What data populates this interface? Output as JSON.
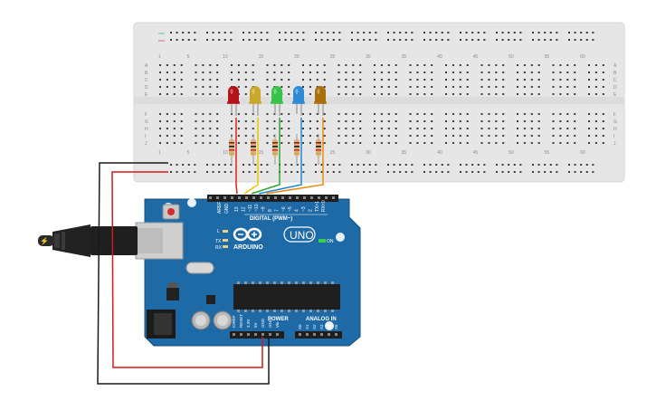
{
  "breadboard": {
    "column_labels": [
      "1",
      "5",
      "10",
      "15",
      "20",
      "25",
      "30",
      "35",
      "40",
      "45",
      "50",
      "55",
      "60"
    ],
    "row_labels_top": [
      "A",
      "B",
      "C",
      "D",
      "E"
    ],
    "row_labels_bottom": [
      "F",
      "G",
      "H",
      "I",
      "J"
    ]
  },
  "leds": [
    {
      "color_name": "red",
      "color": "#b3141c",
      "wire": "#e0201c"
    },
    {
      "color_name": "yellow",
      "color": "#c8a72a",
      "wire": "#f0c400"
    },
    {
      "color_name": "green",
      "color": "#39c34a",
      "wire": "#2aa52a"
    },
    {
      "color_name": "blue",
      "color": "#2f8ad6",
      "wire": "#1f86d8"
    },
    {
      "color_name": "orange",
      "color": "#a8700d",
      "wire": "#e88a10"
    }
  ],
  "arduino": {
    "logo_text": "ARDUINO",
    "model": "UNO",
    "on_label": "ON",
    "tx_label": "TX",
    "rx_label": "RX",
    "l_label": "L",
    "digital_label": "DIGITAL (PWM~)",
    "power_label": "POWER",
    "analog_label": "ANALOG IN",
    "aref_label": "AREF",
    "gnd_label": "GND",
    "digital_pins": [
      "13",
      "12",
      "~11",
      "~10",
      "~9",
      "8",
      "7",
      "~6",
      "~5",
      "4",
      "~3",
      "2",
      "TX>1",
      "RX<0"
    ],
    "power_pins": [
      "IOREF",
      "RESET",
      "3.3V",
      "5V",
      "GND",
      "GND",
      "Vin"
    ],
    "analog_pins": [
      "A0",
      "A1",
      "A2",
      "A3",
      "A4",
      "A5"
    ]
  },
  "colors": {
    "board": "#1e6aa7",
    "breadboard": "#e9e9e9",
    "wire_red": "#d6191b",
    "wire_black": "#1a1a1a"
  }
}
